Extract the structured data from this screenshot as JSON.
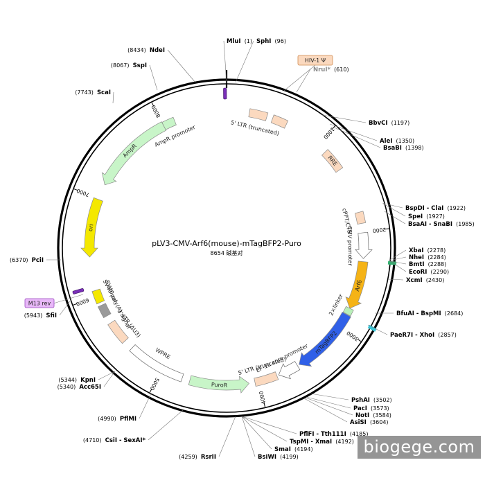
{
  "map": {
    "title": "pLV3-CMV-Arf6(mouse)-mTagBFP2-Puro",
    "subtitle": "8654 碱基对",
    "total_bp": 8654,
    "ruler_ticks": [
      {
        "bp": 1000,
        "label": "1000"
      },
      {
        "bp": 2000,
        "label": "2000"
      },
      {
        "bp": 3000,
        "label": "3000"
      },
      {
        "bp": 4000,
        "label": "4000"
      },
      {
        "bp": 5000,
        "label": "5000"
      },
      {
        "bp": 6000,
        "label": "6000"
      },
      {
        "bp": 7000,
        "label": "7000"
      },
      {
        "bp": 8000,
        "label": "8000"
      }
    ],
    "features": [
      {
        "id": "m13fwd",
        "label": "M13 fwd",
        "start": 8640,
        "end": 8654,
        "kind": "primer",
        "color": "#7a2fb8"
      },
      {
        "id": "ltr5",
        "label": "5' LTR (truncated)",
        "start": 230,
        "end": 410,
        "kind": "box",
        "color": "#fbd9bf"
      },
      {
        "id": "ltr5b",
        "label": "",
        "start": 470,
        "end": 620,
        "kind": "box",
        "color": "#fbd9bf"
      },
      {
        "id": "rre",
        "label": "RRE",
        "start": 1100,
        "end": 1330,
        "kind": "box",
        "color": "#fbd9bf"
      },
      {
        "id": "cppt",
        "label": "cPPT/CTS",
        "start": 1800,
        "end": 1915,
        "kind": "box",
        "color": "#fbd9bf"
      },
      {
        "id": "cmv",
        "label": "CMV promoter",
        "start": 2010,
        "end": 2270,
        "kind": "arrow",
        "color": "#ffffff"
      },
      {
        "id": "arf6",
        "label": "Arf6",
        "start": 2300,
        "end": 2790,
        "kind": "arrow",
        "color": "#f5b316"
      },
      {
        "id": "linker",
        "label": "2×linker",
        "start": 2790,
        "end": 2855,
        "kind": "box",
        "color": "#b9efb9"
      },
      {
        "id": "bfp",
        "label": "mTagBFP2",
        "start": 2860,
        "end": 3560,
        "kind": "arrow",
        "color": "#3060e8"
      },
      {
        "id": "ef1a",
        "label": "EF-1α core promoter",
        "start": 3580,
        "end": 3790,
        "kind": "arrow",
        "color": "#ffffff"
      },
      {
        "id": "ltr5c",
        "label": "5' LTR (truncated)",
        "start": 3810,
        "end": 4040,
        "kind": "box",
        "color": "#fbd9bf"
      },
      {
        "id": "puror",
        "label": "PuroR",
        "start": 4100,
        "end": 4700,
        "kind": "arrow",
        "color": "#c8f5c8"
      },
      {
        "id": "wpre",
        "label": "WPRE",
        "start": 4780,
        "end": 5370,
        "kind": "box",
        "color": "#ffffff"
      },
      {
        "id": "ltr3",
        "label": "3' LTR (ΔU3)",
        "start": 5470,
        "end": 5700,
        "kind": "box",
        "color": "#fbd9bf"
      },
      {
        "id": "polya",
        "label": "SV40 poly(A) signal",
        "start": 5780,
        "end": 5900,
        "kind": "box",
        "color": "#9a9a9a"
      },
      {
        "id": "sv40ori",
        "label": "SV40 ori",
        "start": 5930,
        "end": 6060,
        "kind": "box",
        "color": "#f4e800"
      },
      {
        "id": "m13rev",
        "label": "M13 rev",
        "start": 6100,
        "end": 6118,
        "kind": "primer",
        "color": "#7a2fb8"
      },
      {
        "id": "ori",
        "label": "ori",
        "start": 6400,
        "end": 6990,
        "kind": "arrow",
        "color": "#f4e800"
      },
      {
        "id": "ampr",
        "label": "AmpR",
        "start": 7150,
        "end": 8000,
        "kind": "arrow",
        "color": "#c8f5c8"
      },
      {
        "id": "ampprom",
        "label": "AmpR promoter",
        "start": 8000,
        "end": 8120,
        "kind": "box",
        "color": "#c8f5c8"
      }
    ],
    "sites": [
      {
        "pos": "(1)",
        "name": "MluI",
        "bp": 1
      },
      {
        "pos": "(96)",
        "name": "SphI",
        "bp": 96
      },
      {
        "pos": "(610)",
        "name": "NruI*",
        "bp": 610,
        "gray": true
      },
      {
        "pos": "(1197)",
        "name": "BbvCI",
        "bp": 1197
      },
      {
        "pos": "(1350)",
        "name": "AleI",
        "bp": 1350
      },
      {
        "pos": "(1398)",
        "name": "BsaBI",
        "bp": 1398
      },
      {
        "pos": "(1922)",
        "name": "BspDI - ClaI",
        "bp": 1922
      },
      {
        "pos": "(1927)",
        "name": "SpeI",
        "bp": 1927
      },
      {
        "pos": "(1985)",
        "name": "BsaAI - SnaBI",
        "bp": 1985
      },
      {
        "pos": "(2278)",
        "name": "XbaI",
        "bp": 2278
      },
      {
        "pos": "(2284)",
        "name": "NheI",
        "bp": 2284
      },
      {
        "pos": "(2288)",
        "name": "BmtI",
        "bp": 2288
      },
      {
        "pos": "(2290)",
        "name": "EcoRI",
        "bp": 2290
      },
      {
        "pos": "(2430)",
        "name": "XcmI",
        "bp": 2430
      },
      {
        "pos": "(2684)",
        "name": "BfuAI - BspMI",
        "bp": 2684
      },
      {
        "pos": "(2857)",
        "name": "PaeR7I - XhoI",
        "bp": 2857
      },
      {
        "pos": "(3502)",
        "name": "PshAI",
        "bp": 3502
      },
      {
        "pos": "(3573)",
        "name": "PacI",
        "bp": 3573
      },
      {
        "pos": "(3584)",
        "name": "NotI",
        "bp": 3584
      },
      {
        "pos": "(3604)",
        "name": "AsiSI",
        "bp": 3604
      },
      {
        "pos": "(4185)",
        "name": "PflFI - Tth111I",
        "bp": 4185
      },
      {
        "pos": "(4192)",
        "name": "TspMI - XmaI",
        "bp": 4192
      },
      {
        "pos": "(4194)",
        "name": "SmaI",
        "bp": 4194
      },
      {
        "pos": "(4199)",
        "name": "BsiWI",
        "bp": 4199
      },
      {
        "pos": "(4259)",
        "name": "RsrII",
        "bp": 4259
      },
      {
        "pos": "(4710)",
        "name": "CsiI - SexAI*",
        "bp": 4710,
        "partgray": true
      },
      {
        "pos": "(4990)",
        "name": "PflMI",
        "bp": 4990
      },
      {
        "pos": "(5340)",
        "name": "Acc65I",
        "bp": 5340
      },
      {
        "pos": "(5344)",
        "name": "KpnI",
        "bp": 5344
      },
      {
        "pos": "(5943)",
        "name": "SfiI",
        "bp": 5943
      },
      {
        "pos": "(6370)",
        "name": "PciI",
        "bp": 6370
      },
      {
        "pos": "(7743)",
        "name": "ScaI",
        "bp": 7743
      },
      {
        "pos": "(8067)",
        "name": "SspI",
        "bp": 8067
      },
      {
        "pos": "(8434)",
        "name": "NdeI",
        "bp": 8434
      }
    ],
    "tags": [
      {
        "id": "hiv",
        "label": "HIV-1 Ψ",
        "bp": 520,
        "color": "#fbd9bf",
        "border": "#d08a50"
      },
      {
        "id": "m13rev-tag",
        "label": "M13 rev",
        "bp": 6110,
        "color": "#e8b8f8",
        "border": "#9a4ac0"
      }
    ]
  },
  "watermark": {
    "text": "biogege.com"
  }
}
